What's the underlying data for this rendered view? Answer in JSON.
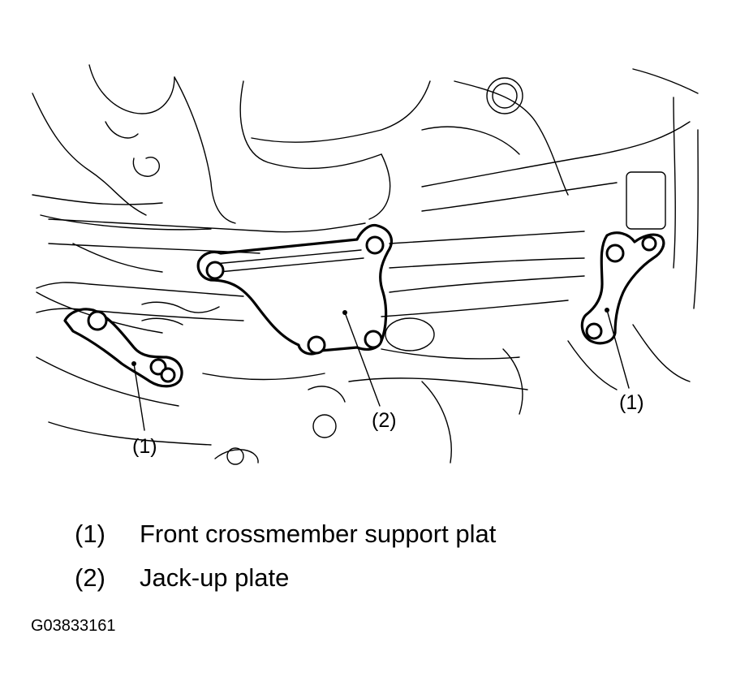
{
  "callouts": {
    "left_support_plate": "(1)",
    "jackup_plate": "(2)",
    "right_support_plate": "(1)"
  },
  "legend": [
    {
      "number": "(1)",
      "text": "Front crossmember support plat"
    },
    {
      "number": "(2)",
      "text": "Jack-up plate"
    }
  ],
  "figure_id": "G03833161"
}
